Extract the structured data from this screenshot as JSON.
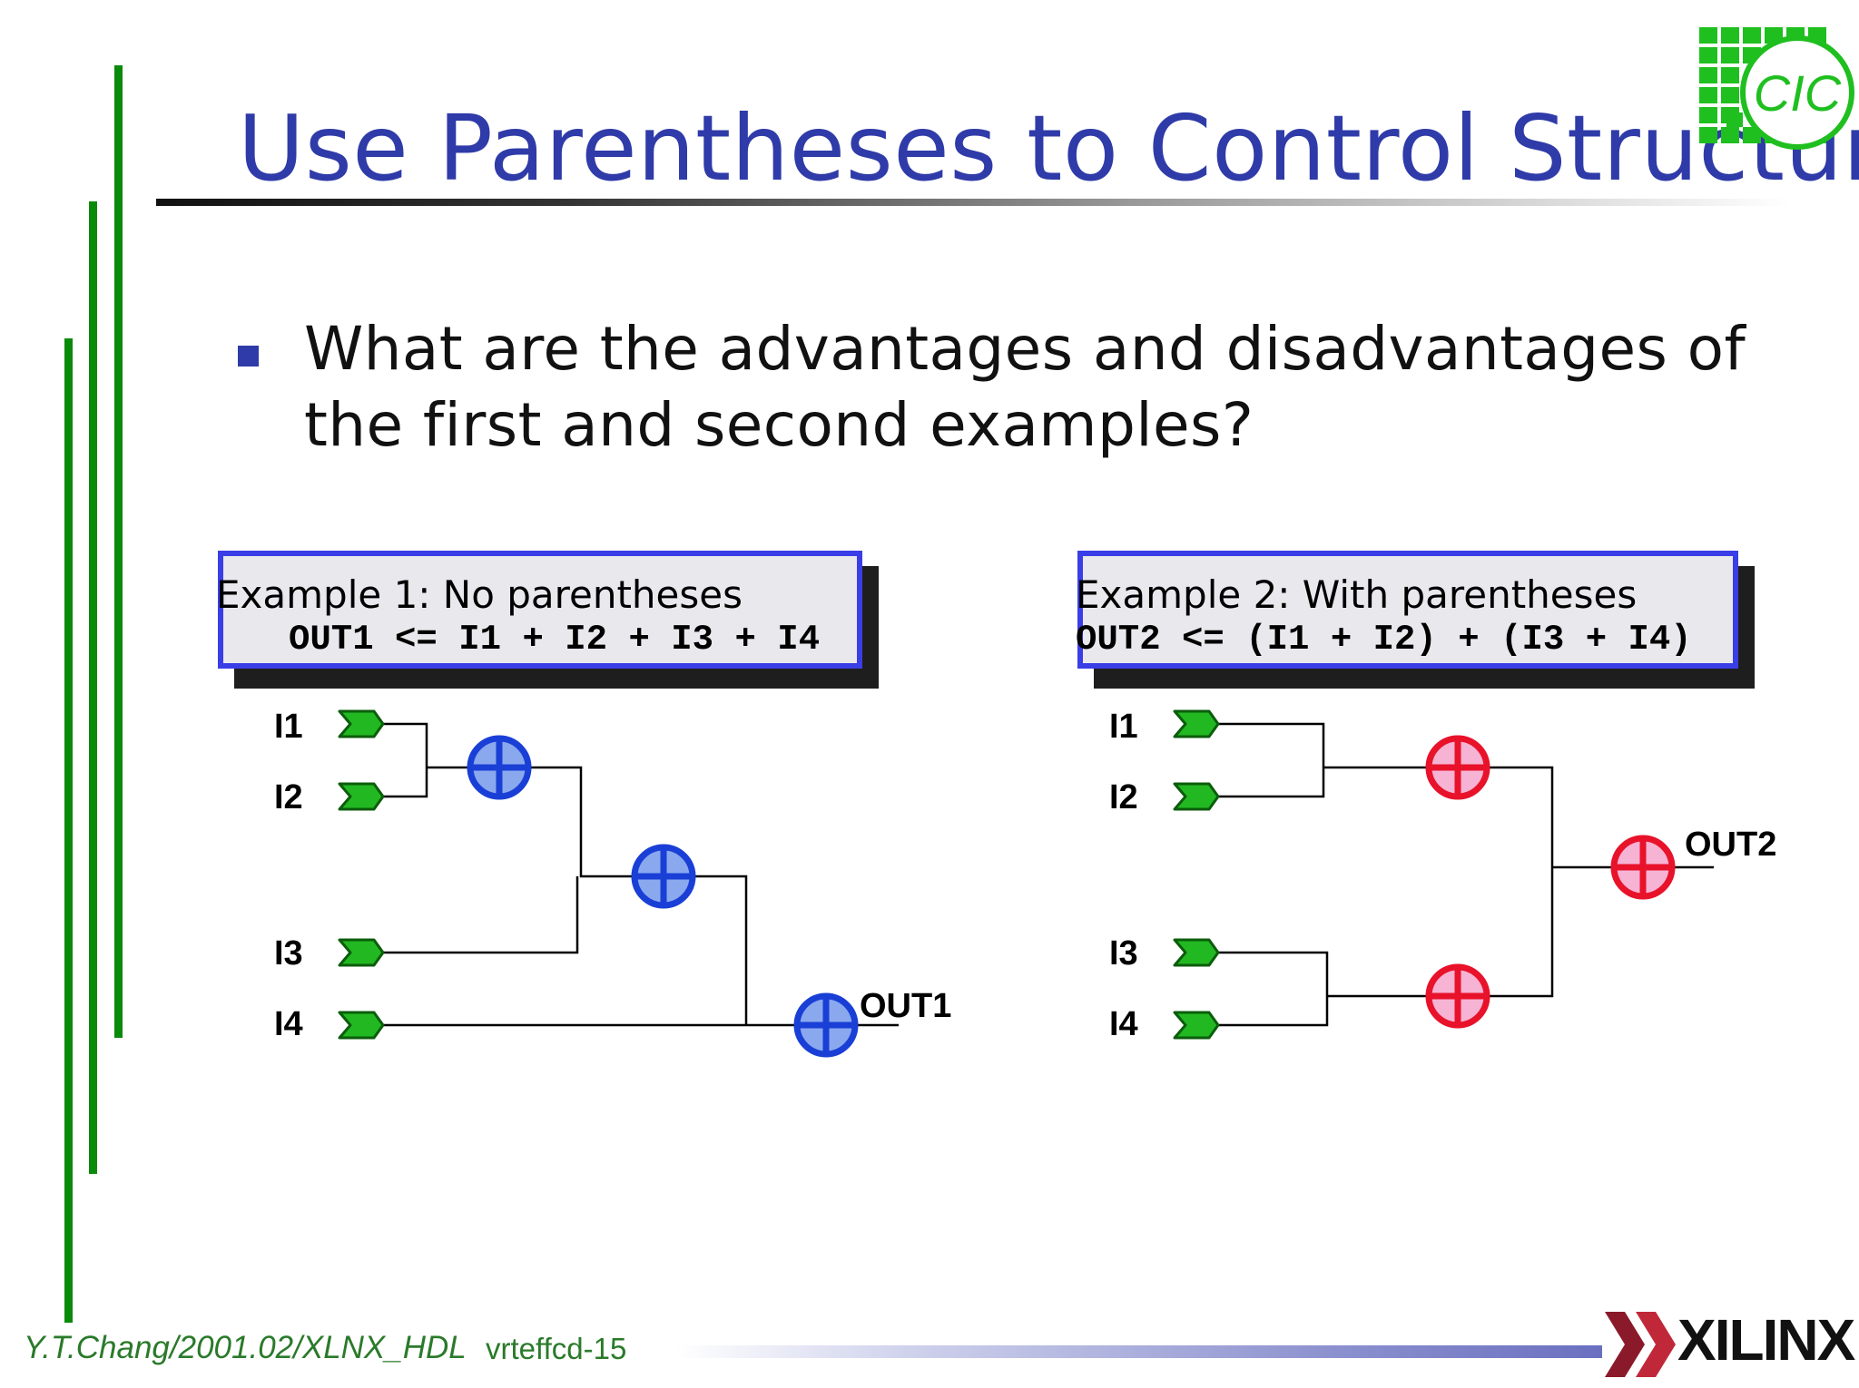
{
  "slide": {
    "title": "Use Parentheses to Control Structure",
    "bullet": "What are the advantages and disadvantages of the first and second examples?"
  },
  "logo": {
    "text": "CIC",
    "color": "#1fbf1f"
  },
  "example1": {
    "title": "Example 1: No parentheses",
    "code": "OUT1 <= I1 + I2 + I3 + I4",
    "inputs": [
      "I1",
      "I2",
      "I3",
      "I4"
    ],
    "output": "OUT1",
    "adder_color": "#1a3fd6"
  },
  "example2": {
    "title": "Example 2: With parentheses",
    "code": "OUT2 <= (I1 + I2) + (I3 + I4)",
    "inputs": [
      "I1",
      "I2",
      "I3",
      "I4"
    ],
    "output": "OUT2",
    "adder_color": "#e8122a"
  },
  "footer": {
    "author": "Y.T.Chang/2001.02/XLNX_HDL",
    "page_id": "vrteffcd-15",
    "brand": "XILINX"
  },
  "colors": {
    "title": "#2f3ba8",
    "accent_bars": "#0a8a0a",
    "box_border": "#3a3ee6",
    "input_port": "#22b822"
  }
}
